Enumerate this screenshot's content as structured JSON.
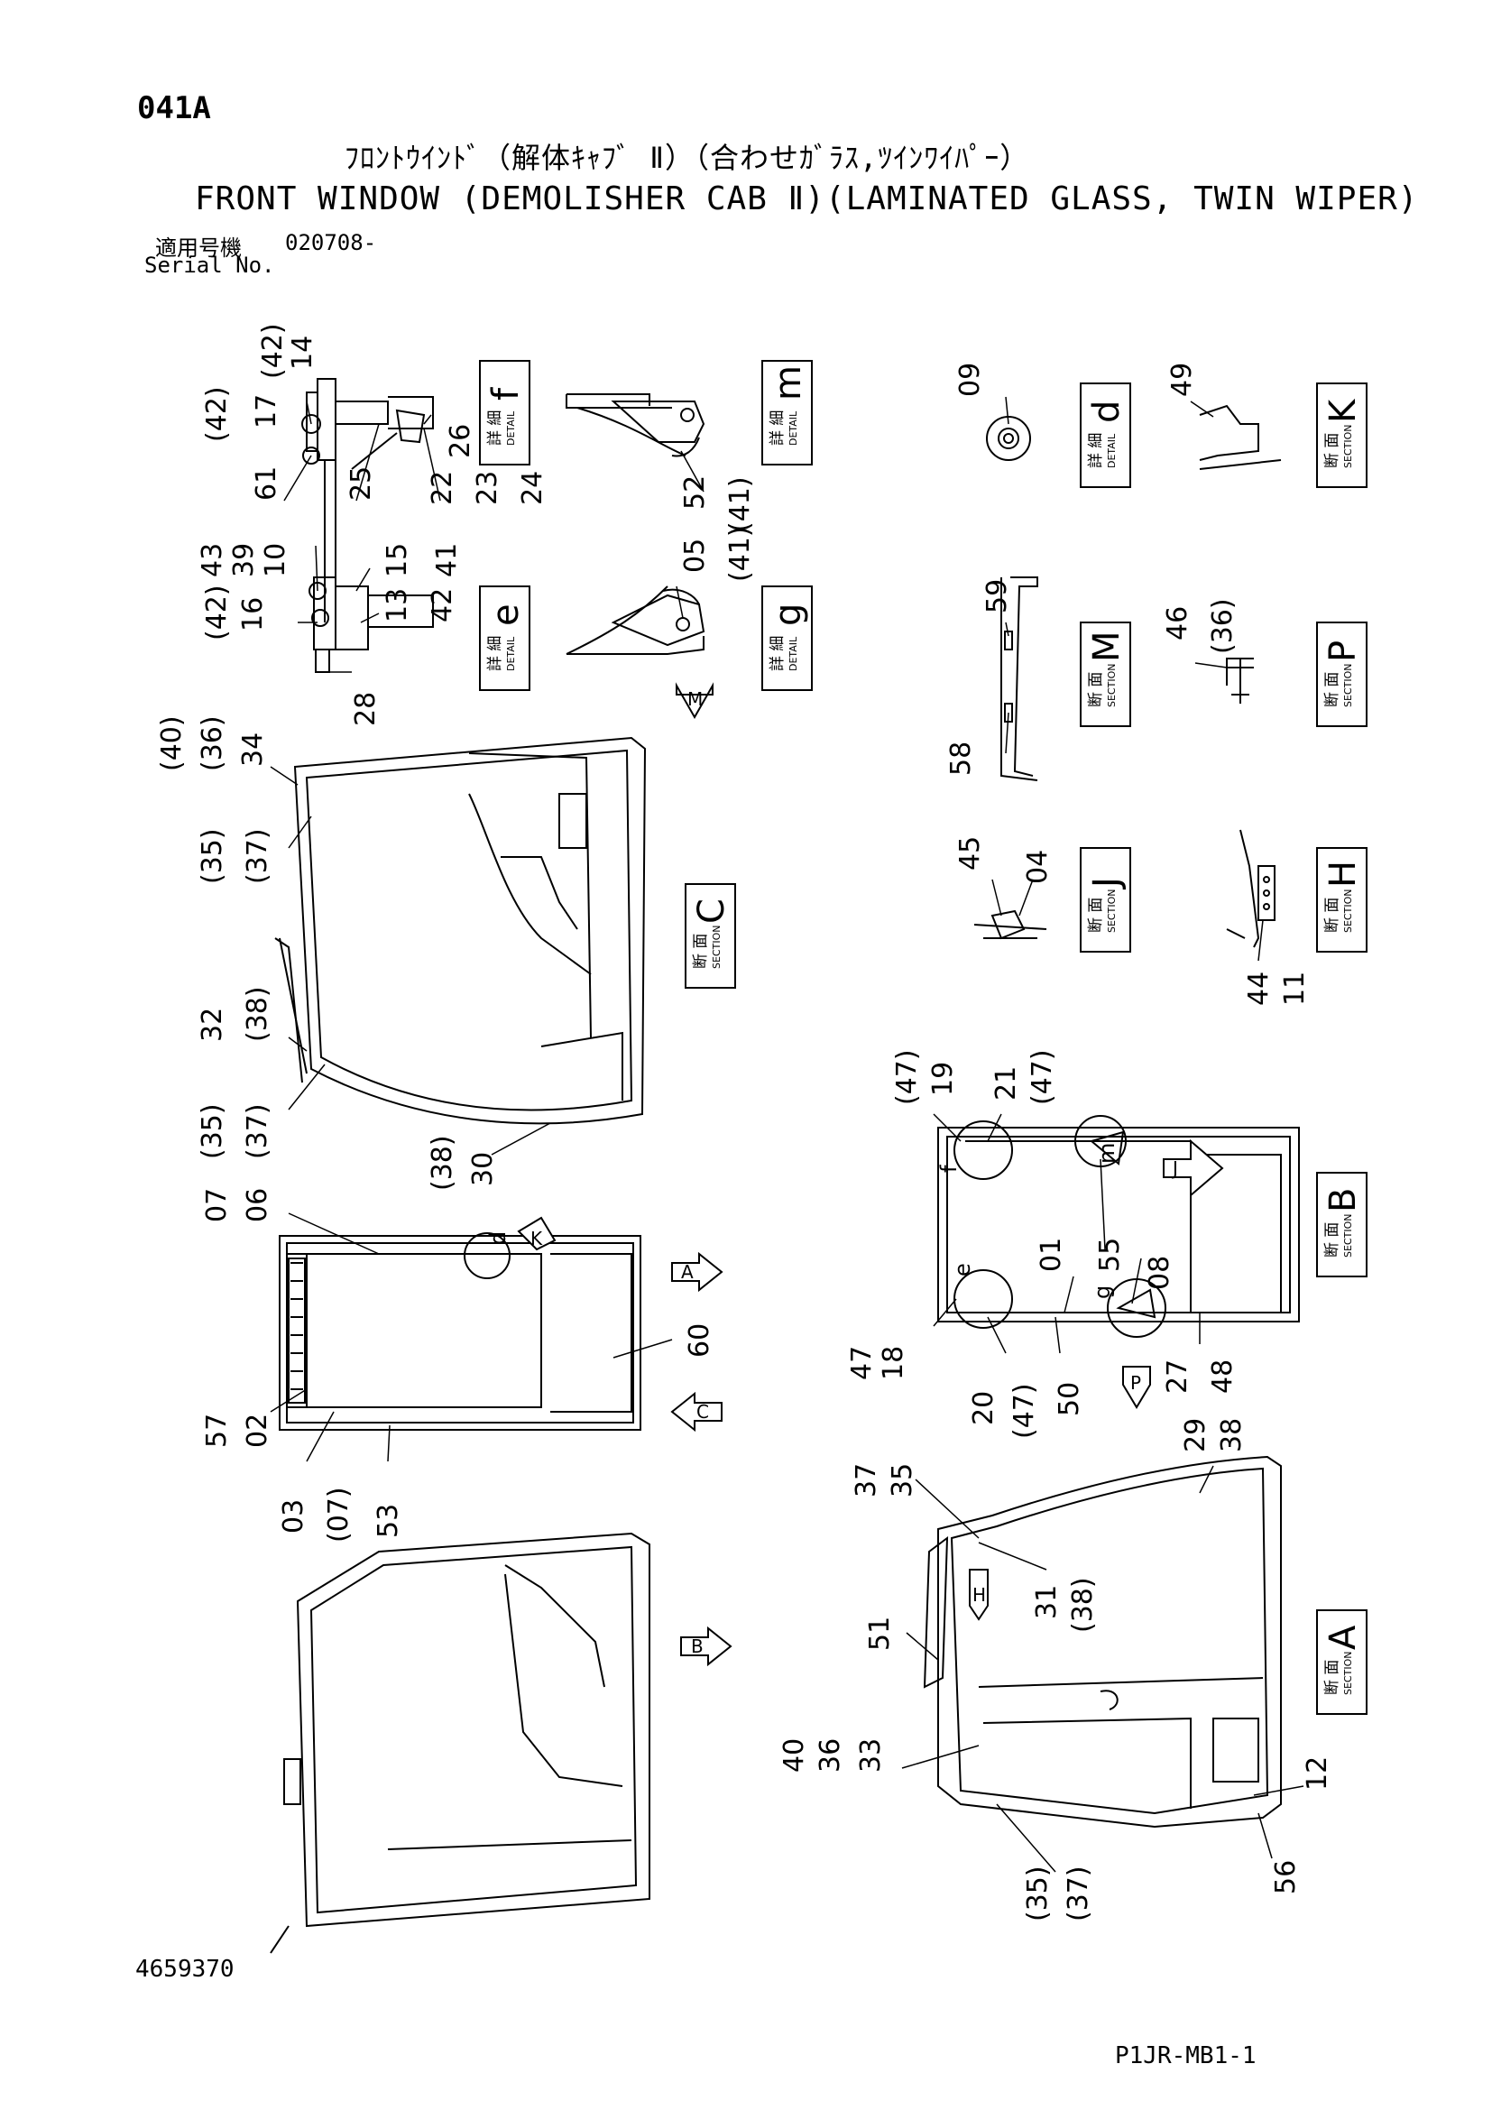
{
  "header": {
    "page_code": "041A",
    "title_jp": "ﾌﾛﾝﾄｳｲﾝﾄﾞ（解体ｷｬﾌﾞ Ⅱ）（合わせｶﾞﾗｽ,ﾂｲﾝﾜｲﾊﾟｰ）",
    "title_en": "FRONT WINDOW (DEMOLISHER CAB Ⅱ)(LAMINATED GLASS, TWIN WIPER)",
    "serial_label_jp": "適用号機",
    "serial_value": "020708-",
    "serial_label_en": "Serial No."
  },
  "footer": {
    "document_number": "4659370",
    "page_code": "P1JR-MB1-1"
  },
  "tags": {
    "detail_jp": "詳 細",
    "detail_en": "DETAIL",
    "section_jp": "断 面",
    "section_en": "SECTION",
    "f": "f",
    "m": "m",
    "e": "e",
    "g": "g",
    "d": "d",
    "K": "K",
    "M": "M",
    "P": "P",
    "C": "C",
    "J": "J",
    "H": "H",
    "B": "B",
    "A": "A"
  },
  "views": {
    "arrow_M": "M",
    "arrow_A": "A",
    "arrow_C": "C",
    "arrow_B": "B",
    "arrow_J": "J",
    "arrow_P": "P",
    "arrow_H": "H",
    "arrow_K": "K"
  },
  "callouts": {
    "c_42a": "(42)",
    "c_14": "14",
    "c_42b": "(42)",
    "c_17": "17",
    "c_26": "26",
    "c_61": "61",
    "c_25": "25",
    "c_22": "22",
    "c_23": "23",
    "c_24": "24",
    "c_43": "43",
    "c_39": "39",
    "c_10": "10",
    "c_15": "15",
    "c_41a": "41",
    "c_42c": "(42)",
    "c_16": "16",
    "c_13": "13",
    "c_42d": "42",
    "c_28": "28",
    "c_52": "52",
    "c_41b": "(41)",
    "c_41c": "(41)",
    "c_05": "05",
    "c_40a": "(40)",
    "c_36a": "(36)",
    "c_34": "34",
    "c_35a": "(35)",
    "c_37a": "(37)",
    "c_32": "32",
    "c_38a": "(38)",
    "c_35b": "(35)",
    "c_37b": "(37)",
    "c_38b": "(38)",
    "c_30": "30",
    "c_07a": "07",
    "c_06": "06",
    "c_57": "57",
    "c_02": "02",
    "c_03": "03",
    "c_07b": "(07)",
    "c_53": "53",
    "c_60": "60",
    "c_09": "09",
    "c_49": "49",
    "c_59": "59",
    "c_58": "58",
    "c_46": "46",
    "c_36b": "(36)",
    "c_45": "45",
    "c_04": "04",
    "c_44": "44",
    "c_11": "11",
    "c_47a": "(47)",
    "c_19": "19",
    "c_21": "21",
    "c_47b": "(47)",
    "c_55": "55",
    "c_01": "01",
    "c_08": "08",
    "c_47c": "47",
    "c_18": "18",
    "c_20": "20",
    "c_47d": "(47)",
    "c_50": "50",
    "c_27": "27",
    "c_48": "48",
    "c_37c": "37",
    "c_35c": "35",
    "c_29": "29",
    "c_38c": "38",
    "c_31": "31",
    "c_38d": "(38)",
    "c_51": "51",
    "c_40b": "40",
    "c_36c": "36",
    "c_33": "33",
    "c_12": "12",
    "c_35d": "(35)",
    "c_37d": "(37)",
    "c_56": "56"
  }
}
